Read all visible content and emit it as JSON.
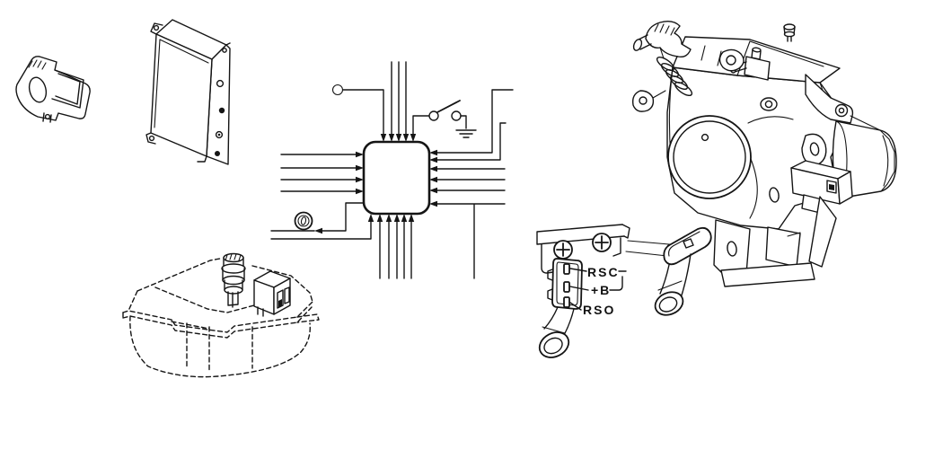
{
  "page": {
    "background_color": "#ffffff",
    "line_color": "#151515",
    "kind": "automotive parts line-art diagram"
  },
  "figures": {
    "throttle_position_sensor": "throttle-position-sensor",
    "ecu_module": "ecu-module",
    "wiring_schematic": "ecu-wiring-schematic",
    "reservoir_tank": "reservoir-tank-with-sensor",
    "connector_detail": "isc-valve-connector-detail",
    "throttle_body": "throttle-body-assembly"
  },
  "connector_labels": {
    "pin1": "RSC",
    "pin2": "+B",
    "pin3": "RSO"
  }
}
